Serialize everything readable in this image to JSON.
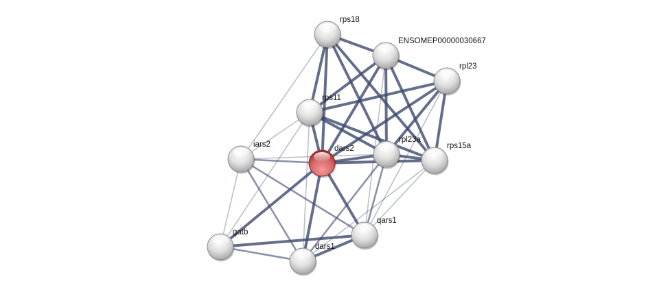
{
  "network": {
    "colors": {
      "edge": "#3d4a6e",
      "query_node": "#e07070",
      "node": "#e2e2e2"
    },
    "nodes": [
      {
        "id": "rps18",
        "label": "rps18",
        "query": false
      },
      {
        "id": "ens",
        "label": "ENSOMEP00000030667",
        "query": false
      },
      {
        "id": "rpl23",
        "label": "rpl23",
        "query": false
      },
      {
        "id": "rps11",
        "label": "rps11",
        "query": false
      },
      {
        "id": "iars2",
        "label": "iars2",
        "query": false
      },
      {
        "id": "dars2",
        "label": "dars2",
        "query": true
      },
      {
        "id": "rpl23a",
        "label": "rpl23a",
        "query": false
      },
      {
        "id": "rps15a",
        "label": "rps15a",
        "query": false
      },
      {
        "id": "qars1",
        "label": "qars1",
        "query": false
      },
      {
        "id": "gatb",
        "label": "gatb",
        "query": false
      },
      {
        "id": "dars1",
        "label": "dars1",
        "query": false
      }
    ],
    "edges": [
      [
        "rps18",
        "ens",
        3
      ],
      [
        "rps18",
        "rps11",
        3
      ],
      [
        "rps18",
        "dars2",
        3
      ],
      [
        "rps18",
        "rpl23a",
        3
      ],
      [
        "rps18",
        "rps15a",
        3
      ],
      [
        "rps18",
        "iars2",
        1
      ],
      [
        "ens",
        "rpl23",
        3
      ],
      [
        "ens",
        "rps11",
        3
      ],
      [
        "ens",
        "dars2",
        3
      ],
      [
        "ens",
        "rpl23a",
        3
      ],
      [
        "ens",
        "rps15a",
        3
      ],
      [
        "ens",
        "qars1",
        1
      ],
      [
        "rpl23",
        "rps11",
        3
      ],
      [
        "rpl23",
        "dars2",
        3
      ],
      [
        "rpl23",
        "rpl23a",
        3
      ],
      [
        "rpl23",
        "rps15a",
        3
      ],
      [
        "rpl23",
        "qars1",
        1
      ],
      [
        "rps11",
        "iars2",
        1
      ],
      [
        "rps11",
        "dars2",
        3
      ],
      [
        "rps11",
        "rpl23a",
        3
      ],
      [
        "rps11",
        "rps15a",
        3
      ],
      [
        "rps11",
        "gatb",
        1
      ],
      [
        "rps11",
        "dars1",
        1
      ],
      [
        "iars2",
        "dars2",
        2
      ],
      [
        "iars2",
        "rpl23a",
        1
      ],
      [
        "iars2",
        "gatb",
        1
      ],
      [
        "iars2",
        "dars1",
        2
      ],
      [
        "iars2",
        "qars1",
        2
      ],
      [
        "dars2",
        "rpl23a",
        3
      ],
      [
        "dars2",
        "rps15a",
        3
      ],
      [
        "dars2",
        "gatb",
        3
      ],
      [
        "dars2",
        "dars1",
        3
      ],
      [
        "dars2",
        "qars1",
        3
      ],
      [
        "rpl23a",
        "rps15a",
        3
      ],
      [
        "rpl23a",
        "dars1",
        2
      ],
      [
        "rpl23a",
        "qars1",
        2
      ],
      [
        "rps15a",
        "qars1",
        1
      ],
      [
        "rps15a",
        "dars1",
        1
      ],
      [
        "gatb",
        "qars1",
        3
      ],
      [
        "gatb",
        "dars1",
        2
      ],
      [
        "dars1",
        "qars1",
        3
      ]
    ]
  }
}
